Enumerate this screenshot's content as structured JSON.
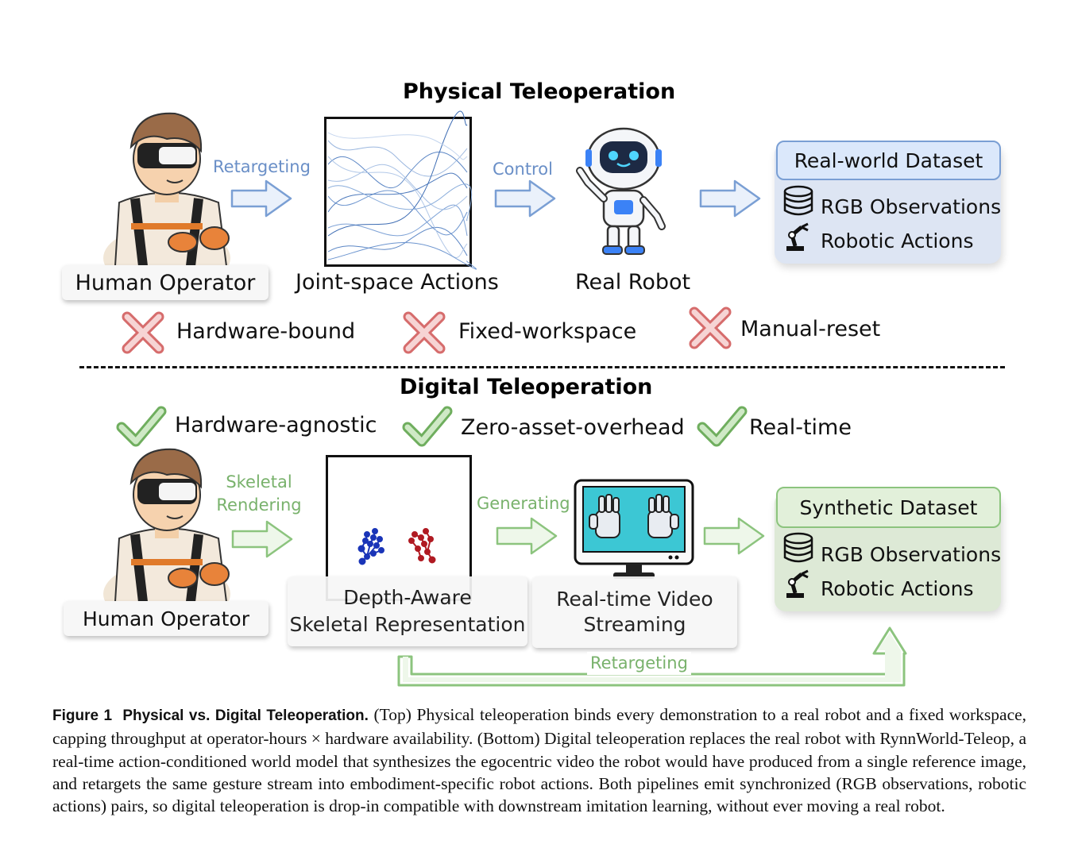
{
  "physical": {
    "title": "Physical Teleoperation",
    "operator_label": "Human Operator",
    "arrow1_label": "Retargeting",
    "actions_label": "Joint-space Actions",
    "arrow2_label": "Control",
    "robot_label": "Real Robot",
    "dataset": {
      "title": "Real-world Dataset",
      "items": [
        "RGB Observations",
        "Robotic Actions"
      ]
    },
    "drawbacks": [
      "Hardware-bound",
      "Fixed-workspace",
      "Manual-reset"
    ]
  },
  "digital": {
    "title": "Digital Teleoperation",
    "benefits": [
      "Hardware-agnostic",
      "Zero-asset-overhead",
      "Real-time"
    ],
    "operator_label": "Human Operator",
    "arrow1_label_line1": "Skeletal",
    "arrow1_label_line2": "Rendering",
    "skeleton_label_line1": "Depth-Aware",
    "skeleton_label_line2": "Skeletal Representation",
    "arrow2_label": "Generating",
    "video_label_line1": "Real-time Video",
    "video_label_line2": "Streaming",
    "dataset": {
      "title": "Synthetic Dataset",
      "items": [
        "RGB Observations",
        "Robotic Actions"
      ]
    },
    "return_label": "Retargeting"
  },
  "caption": {
    "figure": "Figure 1",
    "title": "Physical vs. Digital Teleoperation.",
    "text": "(Top) Physical teleoperation binds every demonstration to a real robot and a fixed workspace, capping throughput at operator-hours × hardware availability. (Bottom) Digital teleoperation replaces the real robot with RynnWorld-Teleop, a real-time action-conditioned world model that synthesizes the egocentric video the robot would have produced from a single reference image, and retargets the same gesture stream into embodiment-specific robot actions. Both pipelines emit synchronized (RGB observations, robotic actions) pairs, so digital teleoperation is drop-in compatible with downstream imitation learning, without ever moving a real robot."
  },
  "colors": {
    "blue_accent": "#7a9fd4",
    "green_accent": "#8cc47e",
    "cross_red": "#e89a9a",
    "check_green": "#9ccf8e"
  }
}
